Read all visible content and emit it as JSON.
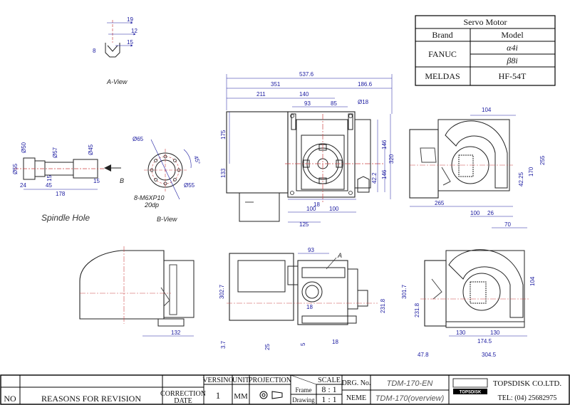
{
  "servo_table": {
    "title": "Servo Motor",
    "col_brand": "Brand",
    "col_model": "Model",
    "rows": [
      {
        "brand": "FANUC",
        "models": [
          "α4i",
          "β8i"
        ]
      },
      {
        "brand": "MELDAS",
        "models": [
          "HF-54T"
        ]
      }
    ]
  },
  "views": {
    "a_view": {
      "caption": "A-View",
      "dims": [
        "19",
        "12",
        "8",
        "15"
      ]
    },
    "spindle": {
      "caption": "Spindle Hole",
      "dims": [
        "Ø50",
        "Ø57",
        "Ø45",
        "Ø55",
        "24",
        "45",
        "178",
        "15",
        "15"
      ]
    },
    "b_view": {
      "caption": "B-View",
      "dims": [
        "Ø65",
        "45°",
        "Ø55",
        "8-M6XP10",
        "20dp"
      ],
      "arrow_label": "B"
    },
    "front_top": {
      "dims": [
        "537.6",
        "351",
        "186.6",
        "211",
        "140",
        "93",
        "85",
        "Ø18",
        "175",
        "133",
        "146",
        "42.2",
        "146",
        "320",
        "18",
        "100",
        "100",
        "125"
      ]
    },
    "side_top": {
      "dims": [
        "104",
        "42.25",
        "170",
        "255",
        "265",
        "100",
        "26",
        "70"
      ]
    },
    "left_bottom": {
      "dims": [
        "132"
      ]
    },
    "front_bottom": {
      "dims": [
        "93",
        "18",
        "302.7",
        "3.7",
        "25",
        "5",
        "18",
        "231.8"
      ],
      "callout": "A"
    },
    "side_bottom": {
      "dims": [
        "301.7",
        "231.8",
        "104",
        "130",
        "130",
        "174.5",
        "47.8",
        "304.5"
      ]
    }
  },
  "title_block": {
    "no": "NO",
    "reasons": "REASONS FOR REVISION",
    "correction_date": [
      "CORRECTION",
      "DATE"
    ],
    "version": "VERSINO",
    "version_val": "1",
    "unit": "UNIT",
    "unit_val": "MM",
    "projection": "PROJECTION",
    "scale": "SCALE",
    "frame_label": "Frame",
    "frame_scale": "8 : 1",
    "drawing_label": "Drawing",
    "drawing_scale": "1 : 1",
    "drg_no_label": "DRG. No.",
    "drg_no": "TDM-170-EN",
    "name_label": "NEME",
    "name": "TDM-170(overview)",
    "company": "TOPSDISK CO.LTD.",
    "tel": "TEL: (04) 25682975",
    "logo_text": "TOPSDISK"
  }
}
